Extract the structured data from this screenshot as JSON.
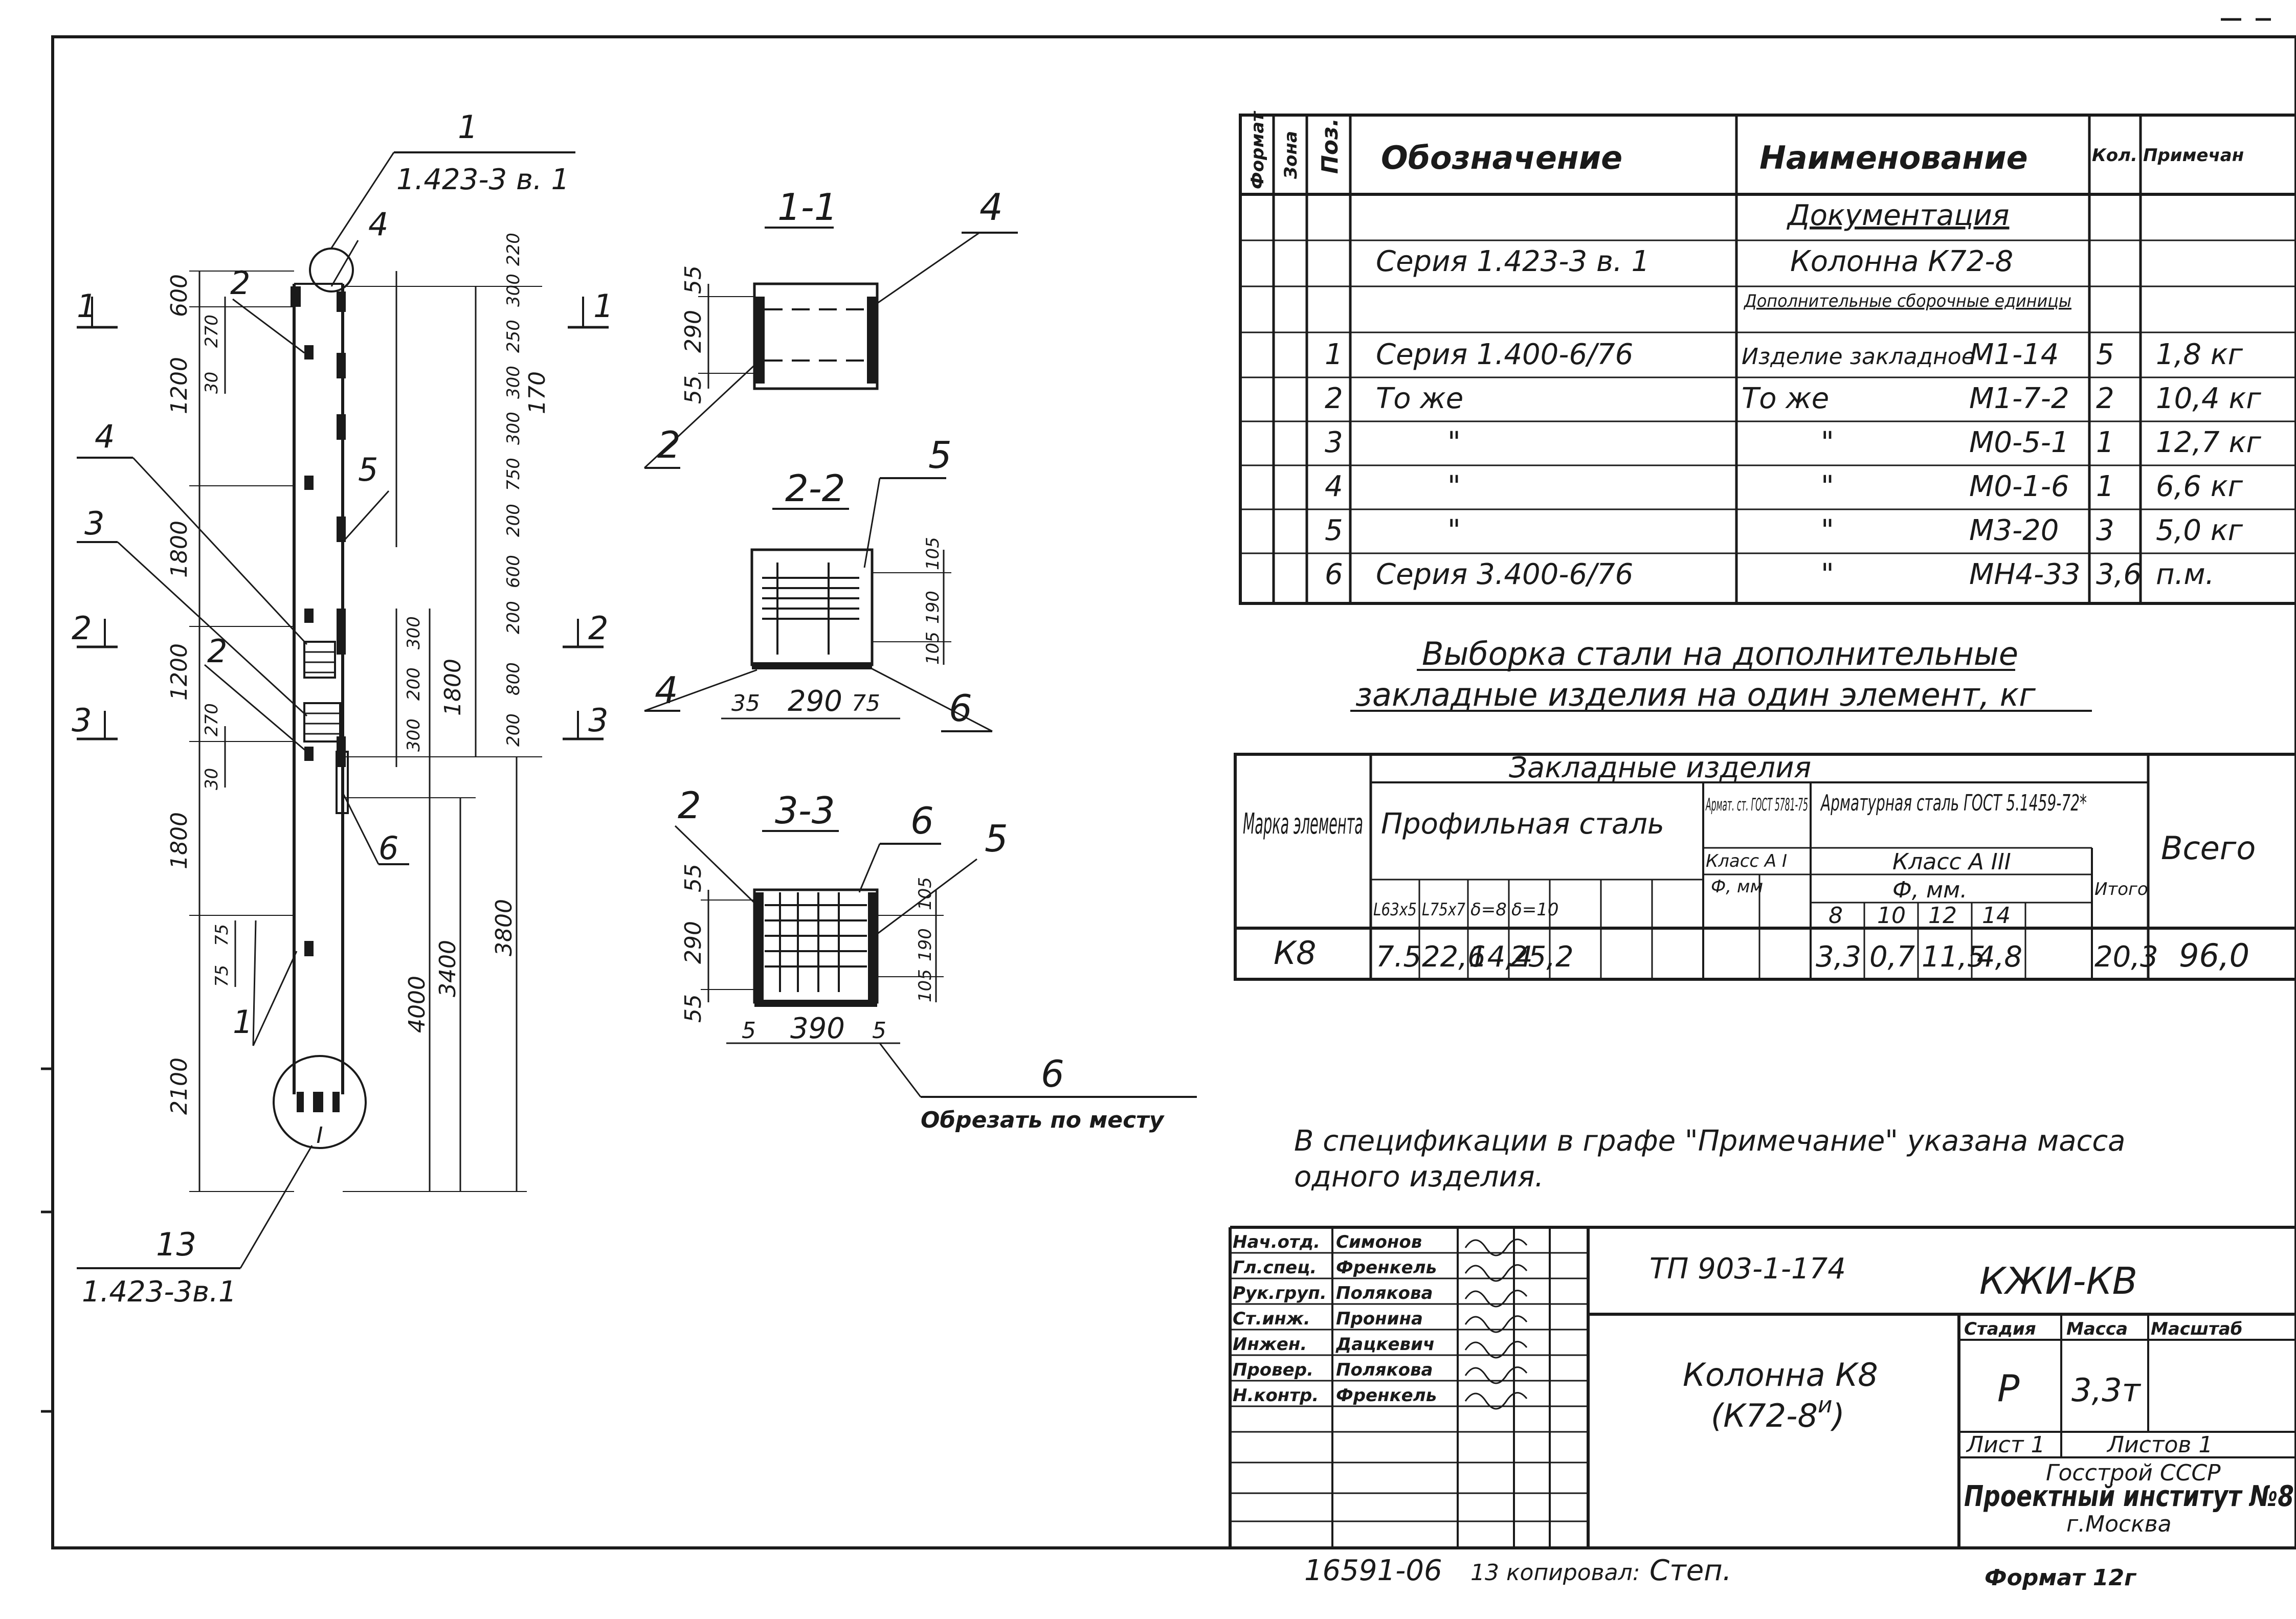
{
  "spec_table": {
    "headers": {
      "format": "Формат",
      "zone": "Зона",
      "pos": "Поз.",
      "designation": "Обозначение",
      "name": "Наименование",
      "qty": "Кол.",
      "note": "Примечан"
    },
    "section_docs": "Документация",
    "doc_row": {
      "designation": "Серия 1.423-3 в. 1",
      "name": "Колонна К72-8"
    },
    "section_units": "Дополнительные сборочные единицы",
    "rows": [
      {
        "pos": "1",
        "designation": "Серия 1.400-6/76",
        "name": "Изделие закладное",
        "mark": "М1-14",
        "qty": "5",
        "note": "1,8 кг"
      },
      {
        "pos": "2",
        "designation": "То же",
        "name": "То же",
        "mark": "М1-7-2",
        "qty": "2",
        "note": "10,4 кг"
      },
      {
        "pos": "3",
        "designation": "\"",
        "name": "\"",
        "mark": "М0-5-1",
        "qty": "1",
        "note": "12,7 кг"
      },
      {
        "pos": "4",
        "designation": "\"",
        "name": "\"",
        "mark": "М0-1-6",
        "qty": "1",
        "note": "6,6 кг"
      },
      {
        "pos": "5",
        "designation": "\"",
        "name": "\"",
        "mark": "М3-20",
        "qty": "3",
        "note": "5,0 кг"
      },
      {
        "pos": "6",
        "designation": "Серия 3.400-6/76",
        "name": "\"",
        "mark": "МН4-33",
        "qty": "3,6",
        "note": "п.м."
      }
    ]
  },
  "steel": {
    "title1": "Выборка стали на дополнительные",
    "title2": "закладные изделия на один элемент, кг",
    "h_mark": "Марка элемента",
    "h_items": "Закладные изделия",
    "h_profile": "Профильная сталь",
    "h_armat": "Армат. ст. ГОСТ 5781-75",
    "h_class1": "Класс А I",
    "h_phi1": "Ф, мм",
    "h_reinf": "Арматурная сталь ГОСТ 5.1459-72*",
    "h_class2": "Класс А III",
    "h_phi2": "Ф, мм.",
    "h_itogo": "Итого",
    "h_total": "Всего",
    "profile_cols": [
      "L63х5",
      "L75х7",
      "δ=8",
      "δ=10"
    ],
    "diam_cols": [
      "8",
      "10",
      "12",
      "14"
    ],
    "row": {
      "mark": "К8",
      "profile": [
        "7.5",
        "22,6",
        "14,4",
        "25,2"
      ],
      "diam": [
        "3,3",
        "0,7",
        "11,5",
        "4,8"
      ],
      "itogo": "20,3",
      "total": "96,0"
    }
  },
  "note": {
    "line1": "В спецификации в графе \"Примечание\" указана масса",
    "line2": "одного изделия."
  },
  "drawing": {
    "callout_top_num": "1",
    "callout_top_ref": "1.423-3 в. 1",
    "callout_bottom_num": "13",
    "callout_bottom_ref": "1.423-3в.1",
    "section_marks": [
      "1",
      "2",
      "3"
    ],
    "left_dims": [
      "600",
      "270",
      "30",
      "1200",
      "1800",
      "1200",
      "270",
      "30",
      "1800",
      "75",
      "75",
      "2100"
    ],
    "right_dims": [
      "220",
      "300",
      "250",
      "300",
      "300",
      "750",
      "200",
      "600",
      "200",
      "300",
      "200",
      "800",
      "200",
      "300",
      "170",
      "1800",
      "4000",
      "3400",
      "3800"
    ],
    "leaders": [
      "2",
      "4",
      "4",
      "3",
      "2",
      "5",
      "6",
      "1",
      "1"
    ]
  },
  "sections": {
    "s1": {
      "label": "1-1",
      "dims": [
        "55",
        "290",
        "55"
      ],
      "leaders": [
        "4",
        "2"
      ]
    },
    "s2": {
      "label": "2-2",
      "dims": [
        "105",
        "190",
        "105",
        "35",
        "290",
        "75"
      ],
      "leaders": [
        "5",
        "4",
        "6"
      ]
    },
    "s3": {
      "label": "3-3",
      "dims": [
        "55",
        "290",
        "55",
        "105",
        "190",
        "105",
        "5",
        "390",
        "5"
      ],
      "leaders": [
        "2",
        "6",
        "5"
      ]
    },
    "cut_num": "6",
    "cut_text": "Обрезать по месту"
  },
  "title_block": {
    "roles": [
      "Нач.отд.",
      "Гл.спец.",
      "Рук.груп.",
      "Ст.инж.",
      "Инжен.",
      "Провер.",
      "Н.контр."
    ],
    "names": [
      "Симонов",
      "Френкель",
      "Полякова",
      "Пронина",
      "Дацкевич",
      "Полякова",
      "Френкель"
    ],
    "project": "ТП 903-1-174",
    "code": "КЖИ-КВ",
    "product1": "Колонна К8",
    "product2": "(К72-8",
    "product2_sup": "и",
    "product2_end": ")",
    "h_stage": "Стадия",
    "h_mass": "Масса",
    "h_scale": "Масштаб",
    "stage": "Р",
    "mass": "3,3т",
    "sheet": "Лист 1",
    "sheets": "Листов 1",
    "org1": "Госстрой СССР",
    "org2": "Проектный институт №8",
    "org3": "г.Москва"
  },
  "footer": {
    "inv": "16591-06",
    "copied_by": "13 копировал:",
    "copier": "Степ.",
    "format": "Формат 12г"
  }
}
